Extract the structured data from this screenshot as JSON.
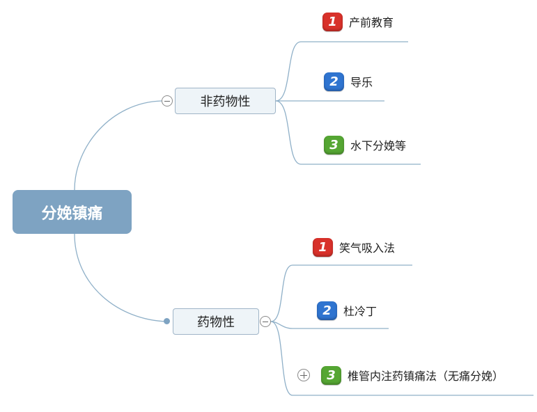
{
  "root": {
    "label": "分娩镇痛"
  },
  "branches": [
    {
      "label": "非药物性",
      "children": [
        {
          "num": "1",
          "label": "产前教育",
          "color": "#d8312a"
        },
        {
          "num": "2",
          "label": "导乐",
          "color": "#2f74d0"
        },
        {
          "num": "3",
          "label": "水下分娩等",
          "color": "#55a633"
        }
      ]
    },
    {
      "label": "药物性",
      "children": [
        {
          "num": "1",
          "label": "笑气吸入法",
          "color": "#d8312a"
        },
        {
          "num": "2",
          "label": "杜冷丁",
          "color": "#2f74d0"
        },
        {
          "num": "3",
          "label": "椎管内注药镇痛法（无痛分娩）",
          "color": "#55a633"
        }
      ]
    }
  ],
  "colors": {
    "connector": "#8fb0c8",
    "root_fill": "#7ea3c2",
    "topic_fill": "#eef4f8"
  }
}
